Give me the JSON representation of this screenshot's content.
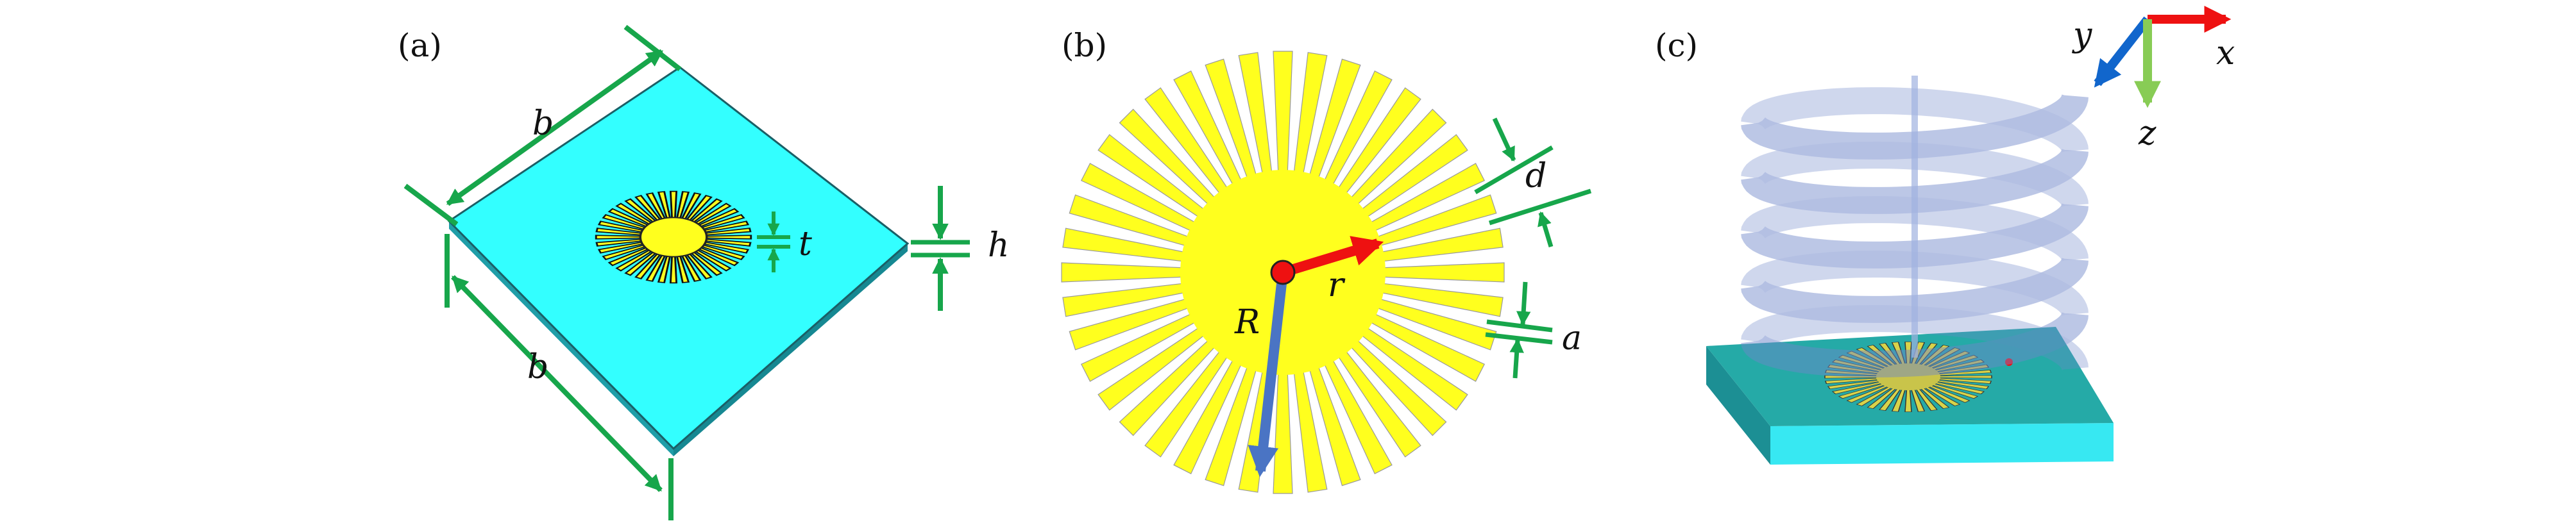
{
  "panels": {
    "a": {
      "label": "(a)",
      "dims": {
        "b_top": "b",
        "b_bottom": "b",
        "t": "t",
        "h": "h"
      }
    },
    "b": {
      "label": "(b)",
      "dims": {
        "d": "d",
        "a": "a",
        "R": "R",
        "r": "r"
      },
      "spoke_count": 40
    },
    "c": {
      "label": "(c)",
      "axes": {
        "x": "x",
        "y": "y",
        "z": "z"
      },
      "helix_turns": 5
    }
  },
  "colors": {
    "substrate_top": "#33ffff",
    "substrate_side": "#1f9ea8",
    "substrate_c_top": "#25aaa7",
    "substrate_c_side": "#37e8f2",
    "metal": "#ffff1e",
    "dimension": "#17a64b",
    "arrow_R": "#4a74c4",
    "arrow_r": "#ee1111",
    "axis_x": "#ee1111",
    "axis_y": "#1166cc",
    "axis_z": "#88cc55",
    "beam": "#6e86c9"
  }
}
